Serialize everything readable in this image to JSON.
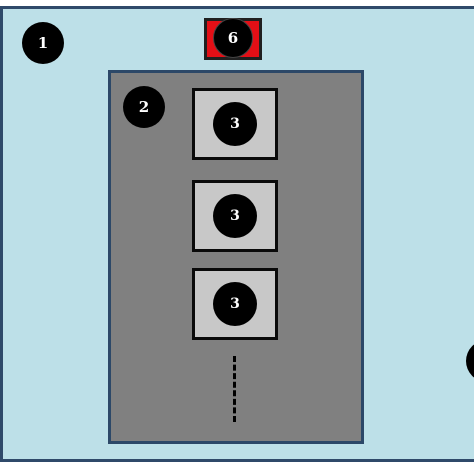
{
  "labels": {
    "outer_area": "1",
    "inner_area": "2",
    "slot_1": "3",
    "slot_2": "3",
    "slot_3": "3",
    "top_component": "6"
  },
  "colors": {
    "outer_fill": "#bde0e8",
    "inner_fill": "#808080",
    "slot_fill": "#c8c8c8",
    "top_component_fill": "#e30f16",
    "badge_fill": "#000000"
  }
}
